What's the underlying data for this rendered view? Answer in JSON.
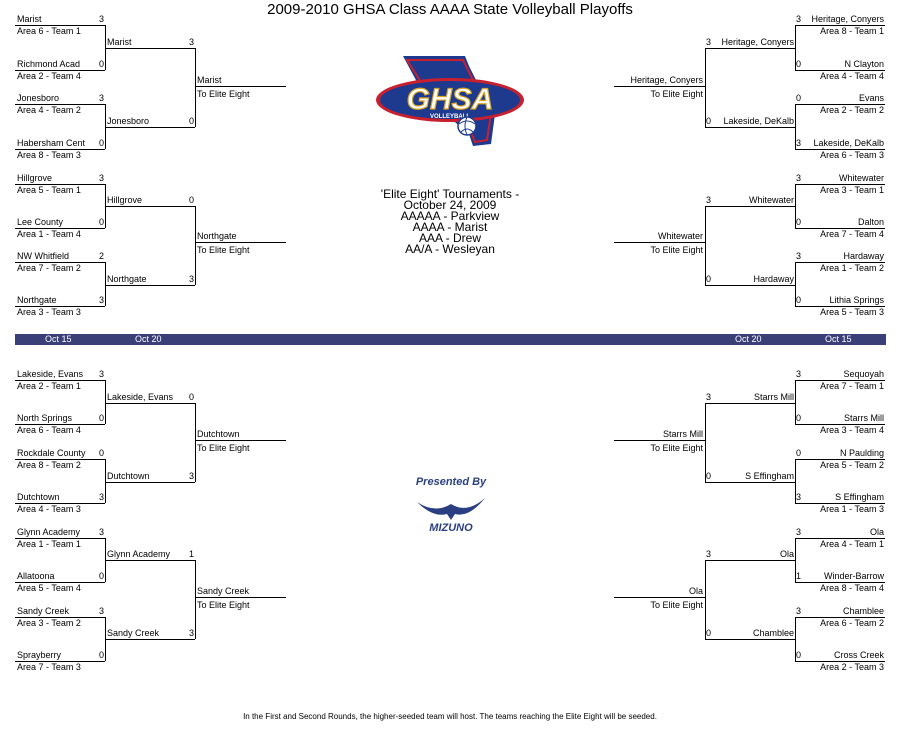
{
  "title": "2009-2010 GHSA Class AAAA State Volleyball Playoffs",
  "logo": {
    "text": "GHSA",
    "sub": "VOLLEYBALL"
  },
  "elite_eight": {
    "lines": [
      "'Elite Eight' Tournaments -",
      "October 24, 2009",
      "AAAAA - Parkview",
      "AAAA - Marist",
      "AAA - Drew",
      "AA/A - Wesleyan"
    ]
  },
  "sponsor": {
    "presented": "Presented By",
    "name": "MIZUNO"
  },
  "dates": {
    "r1_left": "Oct 15",
    "r2_left": "Oct 20",
    "r2_right": "Oct 20",
    "r1_right": "Oct 15"
  },
  "footer": "In the First and Second Rounds, the higher-seeded team will host.  The teams reaching the Elite Eight will be seeded.",
  "elite_label": "To Elite Eight",
  "left": {
    "r1": [
      {
        "team": "Marist",
        "seed": "Area 6 - Team 1",
        "score": "3"
      },
      {
        "team": "Richmond Acad",
        "seed": "Area 2 - Team 4",
        "score": "0"
      },
      {
        "team": "Jonesboro",
        "seed": "Area 4 - Team 2",
        "score": "3"
      },
      {
        "team": "Habersham Cent",
        "seed": "Area 8 - Team 3",
        "score": "0"
      },
      {
        "team": "Hillgrove",
        "seed": "Area 5 - Team 1",
        "score": "3"
      },
      {
        "team": "Lee County",
        "seed": "Area 1 - Team 4",
        "score": "0"
      },
      {
        "team": "NW Whitfield",
        "seed": "Area 7 - Team 2",
        "score": "2"
      },
      {
        "team": "Northgate",
        "seed": "Area 3 - Team 3",
        "score": "3"
      },
      {
        "team": "Lakeside, Evans",
        "seed": "Area 2 - Team 1",
        "score": "3"
      },
      {
        "team": "North Springs",
        "seed": "Area 6 - Team 4",
        "score": "0"
      },
      {
        "team": "Rockdale County",
        "seed": "Area 8 - Team 2",
        "score": "0"
      },
      {
        "team": "Dutchtown",
        "seed": "Area 4 - Team 3",
        "score": "3"
      },
      {
        "team": "Glynn Academy",
        "seed": "Area 1 - Team 1",
        "score": "3"
      },
      {
        "team": "Allatoona",
        "seed": "Area 5 - Team 4",
        "score": "0"
      },
      {
        "team": "Sandy Creek",
        "seed": "Area 3 - Team 2",
        "score": "3"
      },
      {
        "team": "Sprayberry",
        "seed": "Area 7 - Team 3",
        "score": "0"
      }
    ],
    "r2": [
      {
        "team": "Marist",
        "score": "3"
      },
      {
        "team": "Jonesboro",
        "score": "0"
      },
      {
        "team": "Hillgrove",
        "score": "0"
      },
      {
        "team": "Northgate",
        "score": "3"
      },
      {
        "team": "Lakeside, Evans",
        "score": "0"
      },
      {
        "team": "Dutchtown",
        "score": "3"
      },
      {
        "team": "Glynn Academy",
        "score": "1"
      },
      {
        "team": "Sandy Creek",
        "score": "3"
      }
    ],
    "r3": [
      {
        "team": "Marist"
      },
      {
        "team": "Northgate"
      },
      {
        "team": "Dutchtown"
      },
      {
        "team": "Sandy Creek"
      }
    ]
  },
  "right": {
    "r1": [
      {
        "team": "Heritage, Conyers",
        "seed": "Area 8 - Team 1",
        "score": "3"
      },
      {
        "team": "N Clayton",
        "seed": "Area 4 - Team 4",
        "score": "0"
      },
      {
        "team": "Evans",
        "seed": "Area 2 - Team 2",
        "score": "0"
      },
      {
        "team": "Lakeside, DeKalb",
        "seed": "Area 6 - Team 3",
        "score": "3"
      },
      {
        "team": "Whitewater",
        "seed": "Area 3 - Team 1",
        "score": "3"
      },
      {
        "team": "Dalton",
        "seed": "Area 7 - Team 4",
        "score": "0"
      },
      {
        "team": "Hardaway",
        "seed": "Area 1 - Team 2",
        "score": "3"
      },
      {
        "team": "Lithia Springs",
        "seed": "Area 5 - Team 3",
        "score": "0"
      },
      {
        "team": "Sequoyah",
        "seed": "Area 7 - Team 1",
        "score": "3"
      },
      {
        "team": "Starrs Mill",
        "seed": "Area 3 - Team 4",
        "score": "0"
      },
      {
        "team": "N Paulding",
        "seed": "Area 5 - Team 2",
        "score": "0"
      },
      {
        "team": "S Effingham",
        "seed": "Area 1 - Team 3",
        "score": "3"
      },
      {
        "team": "Ola",
        "seed": "Area 4 - Team 1",
        "score": "3"
      },
      {
        "team": "Winder-Barrow",
        "seed": "Area 8 - Team 4",
        "score": "1"
      },
      {
        "team": "Chamblee",
        "seed": "Area 6 - Team 2",
        "score": "3"
      },
      {
        "team": "Cross Creek",
        "seed": "Area 2 - Team 3",
        "score": "0"
      }
    ],
    "r2": [
      {
        "team": "Heritage, Conyers",
        "score": "3"
      },
      {
        "team": "Lakeside, DeKalb",
        "score": "0"
      },
      {
        "team": "Whitewater",
        "score": "3"
      },
      {
        "team": "Hardaway",
        "score": "0"
      },
      {
        "team": "Starrs Mill",
        "score": "3"
      },
      {
        "team": "S Effingham",
        "score": "0"
      },
      {
        "team": "Ola",
        "score": "3"
      },
      {
        "team": "Chamblee",
        "score": "0"
      }
    ],
    "r3": [
      {
        "team": "Heritage, Conyers"
      },
      {
        "team": "Whitewater"
      },
      {
        "team": "Starrs Mill"
      },
      {
        "team": "Ola"
      }
    ]
  },
  "colors": {
    "band": "#3a3f78",
    "logo_blue": "#1d3a8f",
    "logo_red": "#c8202e",
    "logo_gold": "#d9a521"
  }
}
